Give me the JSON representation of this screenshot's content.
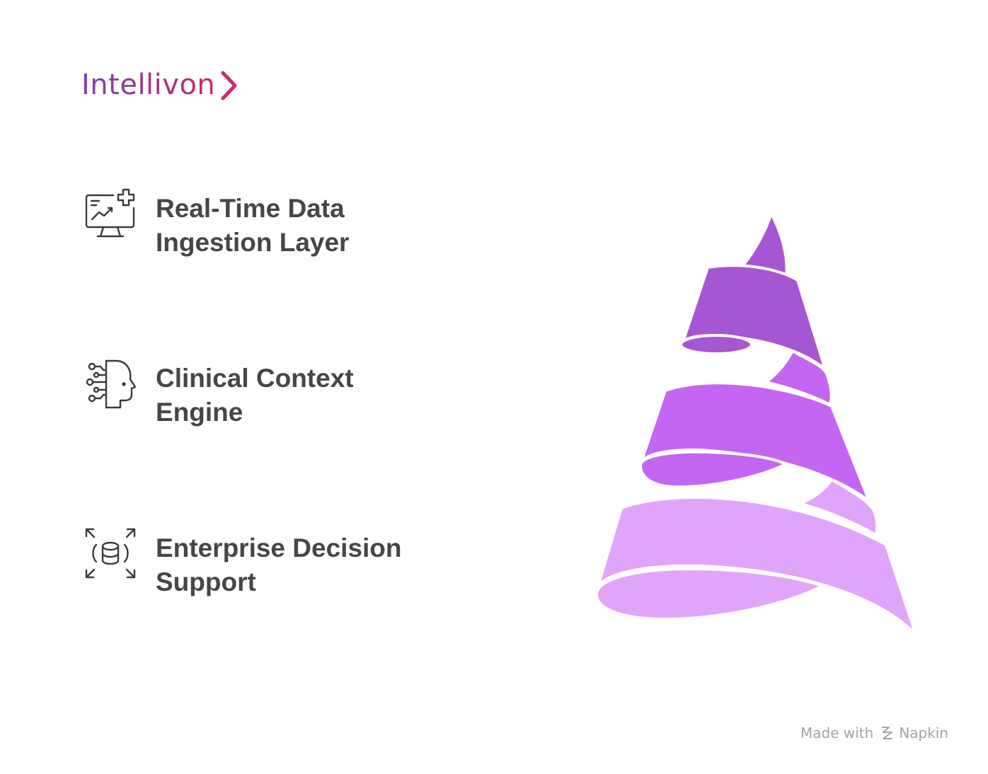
{
  "brand": {
    "name": "Intellivon",
    "colors": {
      "start": "#7b3fb6",
      "end": "#d3276a"
    }
  },
  "items": [
    {
      "label": "Real-Time Data\nIngestion Layer",
      "icon": "monitor-chart-plus-icon"
    },
    {
      "label": "Clinical Context\nEngine",
      "icon": "ai-head-circuit-icon"
    },
    {
      "label": "Enterprise Decision\nSupport",
      "icon": "database-expand-icon"
    }
  ],
  "cone": {
    "tiers": [
      {
        "name": "Real-Time Data Ingestion Layer",
        "color": "#a655d3"
      },
      {
        "name": "Clinical Context Engine",
        "color": "#c466f2"
      },
      {
        "name": "Enterprise Decision Support",
        "color": "#e0a5fa"
      }
    ]
  },
  "footer": {
    "made_with": "Made with",
    "brand": "Napkin"
  }
}
